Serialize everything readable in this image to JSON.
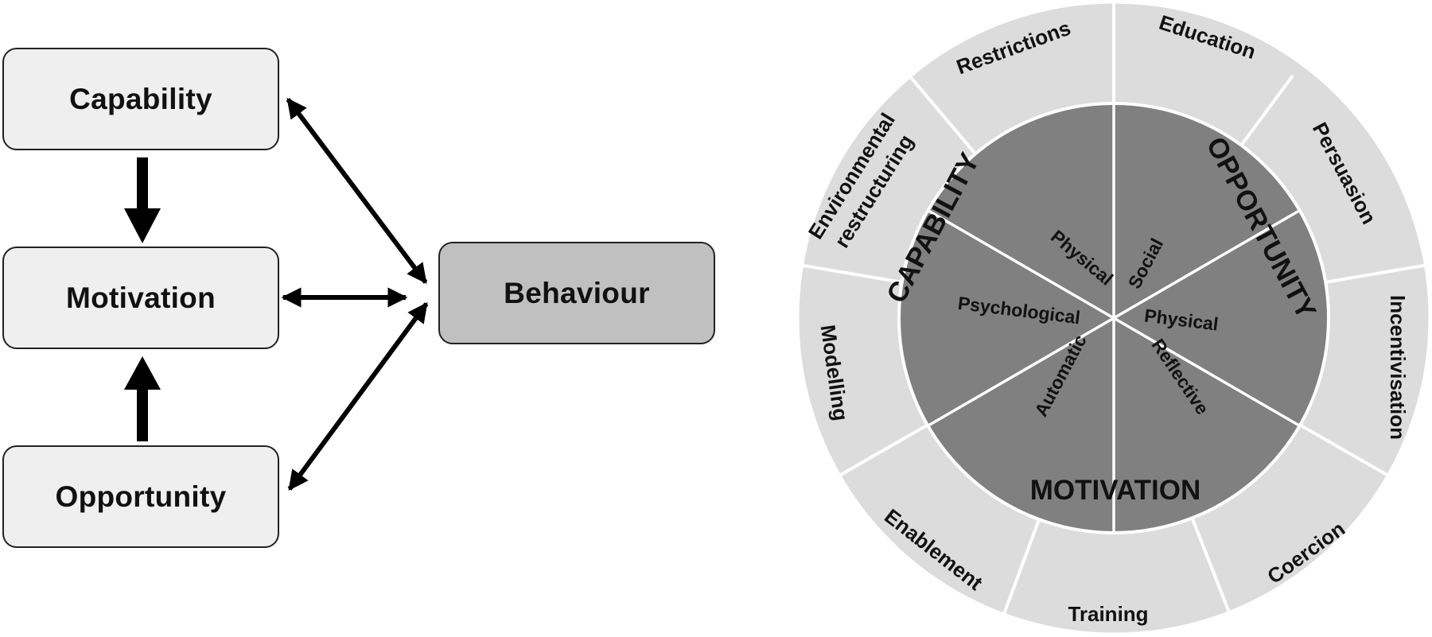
{
  "com_b": {
    "capability": "Capability",
    "motivation": "Motivation",
    "opportunity": "Opportunity",
    "behaviour": "Behaviour"
  },
  "wheel": {
    "interventions": {
      "restrictions": "Restrictions",
      "education": "Education",
      "persuasion": "Persuasion",
      "incentivisation": "Incentivisation",
      "coercion": "Coercion",
      "training": "Training",
      "enablement": "Enablement",
      "modelling": "Modelling",
      "environmental_restructuring_1": "Environmental",
      "environmental_restructuring_2": "restructuring"
    },
    "components": {
      "capability": "CAPABILITY",
      "opportunity": "OPPORTUNITY",
      "motivation": "MOTIVATION"
    },
    "sub_components": {
      "physical_capability": "Physical",
      "psychological": "Psychological",
      "social": "Social",
      "physical_opportunity": "Physical",
      "reflective": "Reflective",
      "automatic": "Automatic"
    }
  }
}
